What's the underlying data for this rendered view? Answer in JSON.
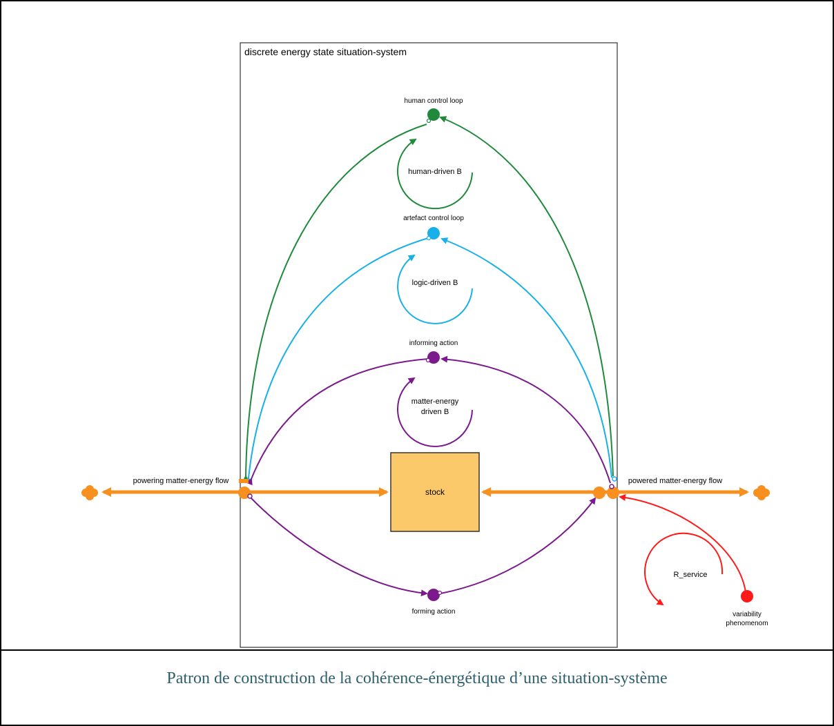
{
  "diagram": {
    "box_title": "discrete energy state situation-system",
    "stock_label": "stock",
    "nodes": {
      "human_control": "human control loop",
      "artefact_control": "artefact control loop",
      "informing_action": "informing action",
      "forming_action": "forming action",
      "variability_line1": "variability",
      "variability_line2": "phenomenom"
    },
    "loops": {
      "human_driven": "human-driven B",
      "logic_driven": "logic-driven B",
      "matter_energy_line1": "matter-energy",
      "matter_energy_line2": "driven B",
      "r_service": "R_service"
    },
    "flows": {
      "powering": "powering matter-energy flow",
      "powered": "powered matter-energy flow"
    },
    "colors": {
      "green": "#1f8a3c",
      "blue": "#17b0e8",
      "purple": "#7a1a8c",
      "orange": "#f7901e",
      "red": "#ff1a1a",
      "stock_fill": "#fcc96a"
    }
  },
  "caption": "Patron de construction de la cohérence-énergétique d’une situation-système"
}
